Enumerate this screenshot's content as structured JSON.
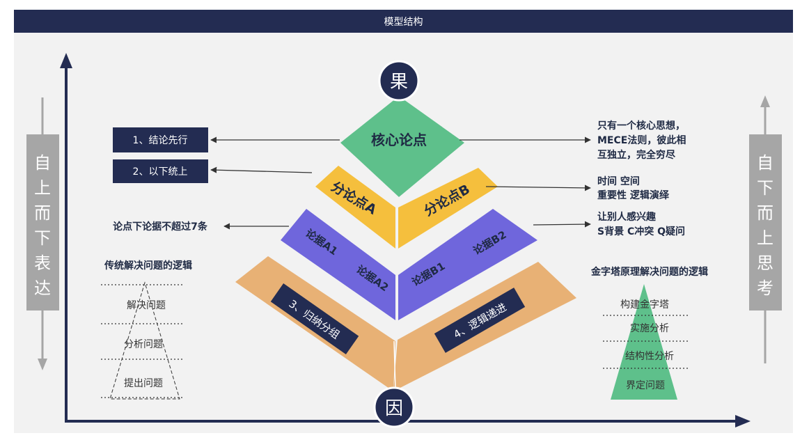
{
  "title": "模型结构",
  "pyramid": {
    "top_circle": "果",
    "bottom_circle": "因",
    "apex": "核心论点",
    "sub_a": "分论点A",
    "sub_b": "分论点B",
    "arg_a1": "论据A1",
    "arg_a2": "论据A2",
    "arg_b1": "论据B1",
    "arg_b2": "论据B2",
    "group_label": "3、归纳分组",
    "progress_label": "4、逻辑递进"
  },
  "left_boxes": [
    "1、结论先行",
    "2、以下统上"
  ],
  "left_note": "论点下论据不超过7条",
  "right_notes": {
    "apex_line1": "只有一个核心思想，",
    "apex_line2": "MECE法则，彼此相",
    "apex_line3": "互独立，完全穷尽",
    "sub_line1": "时间  空间",
    "sub_line2": "重要性 逻辑演绎",
    "arg_line1": "让别人感兴趣",
    "arg_line2": "S背景  C冲突  Q疑问"
  },
  "left_vertical": "自上而下表达",
  "right_vertical": "自下而上思考",
  "traditional": {
    "title": "传统解决问题的逻辑",
    "items": [
      "解决问题",
      "分析问题",
      "提出问题"
    ]
  },
  "pyramid_method": {
    "title": "金字塔原理解决问题的逻辑",
    "items": [
      "构建金字塔",
      "实施分析",
      "结构性分析",
      "界定问题"
    ]
  },
  "colors": {
    "navy": "#232c52",
    "green": "#5ec08b",
    "yellow": "#f5bf3d",
    "purple": "#6f66dc",
    "orange": "#e8b175",
    "gray": "#a6a6a6"
  }
}
